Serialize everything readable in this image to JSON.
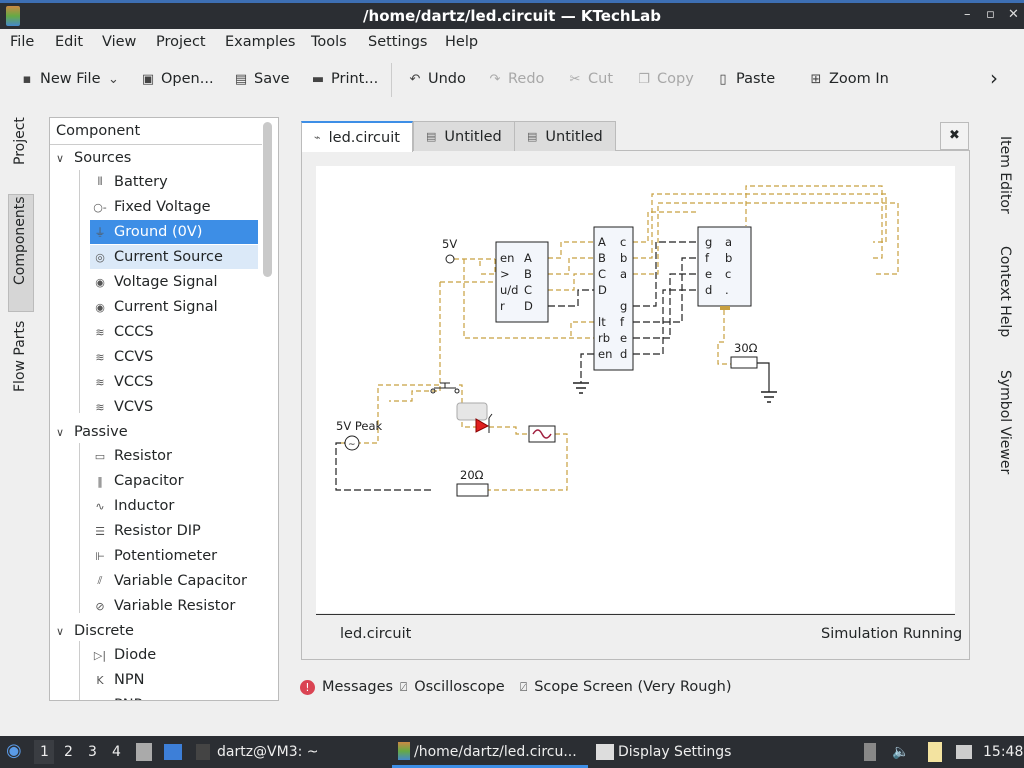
{
  "window": {
    "title": "/home/dartz/led.circuit — KTechLab",
    "controls": [
      "–",
      "▫",
      "✕"
    ]
  },
  "menu": [
    "File",
    "Edit",
    "View",
    "Project",
    "Examples",
    "Tools",
    "Settings",
    "Help"
  ],
  "toolbar": {
    "new_file": "New File",
    "open": "Open...",
    "save": "Save",
    "print": "Print...",
    "undo": "Undo",
    "redo": "Redo",
    "cut": "Cut",
    "copy": "Copy",
    "paste": "Paste",
    "zoom_in": "Zoom In",
    "more": "›"
  },
  "left_tabs": [
    "Project",
    "Components",
    "Flow Parts"
  ],
  "right_tabs": [
    "Item Editor",
    "Context Help",
    "Symbol Viewer"
  ],
  "tree": {
    "header": "Component",
    "categories": [
      {
        "label": "Sources",
        "items": [
          "Battery",
          "Fixed Voltage",
          "Ground (0V)",
          "Current Source",
          "Voltage Signal",
          "Current Signal",
          "CCCS",
          "CCVS",
          "VCCS",
          "VCVS"
        ]
      },
      {
        "label": "Passive",
        "items": [
          "Resistor",
          "Capacitor",
          "Inductor",
          "Resistor DIP",
          "Potentiometer",
          "Variable Capacitor",
          "Variable Resistor"
        ]
      },
      {
        "label": "Discrete",
        "items": [
          "Diode",
          "NPN",
          "PNP"
        ]
      }
    ],
    "selected": "Ground (0V)",
    "hovered": "Current Source"
  },
  "tabs": [
    "led.circuit",
    "Untitled",
    "Untitled"
  ],
  "circuit": {
    "labels": {
      "v5": "5V",
      "v5peak": "5V Peak",
      "r20": "20Ω",
      "r30": "30Ω"
    },
    "counter": {
      "left": [
        "en",
        ">",
        "u/d",
        "r"
      ],
      "right": [
        "A",
        "B",
        "C",
        "D"
      ]
    },
    "decoder": {
      "left": [
        "A",
        "B",
        "C",
        "D",
        "lt",
        "rb",
        "en"
      ],
      "right": [
        "c",
        "b",
        "a",
        "g",
        "f",
        "e",
        "d"
      ]
    },
    "seven_seg": {
      "left": [
        "g",
        "f",
        "e",
        "d"
      ],
      "right": [
        "a",
        "b",
        "c",
        "."
      ]
    },
    "wire_color": "#c8a040",
    "led_color": "#e02020"
  },
  "status": {
    "document": "led.circuit",
    "simulation": "Simulation Running"
  },
  "bottom_tabs": [
    "Messages",
    "Oscilloscope",
    "Scope Screen (Very Rough)"
  ],
  "taskbar": {
    "desktops": [
      "1",
      "2",
      "3",
      "4"
    ],
    "tasks": [
      "dartz@VM3: ~",
      "/home/dartz/led.circu...",
      "Display Settings"
    ],
    "clock": "15:48"
  }
}
